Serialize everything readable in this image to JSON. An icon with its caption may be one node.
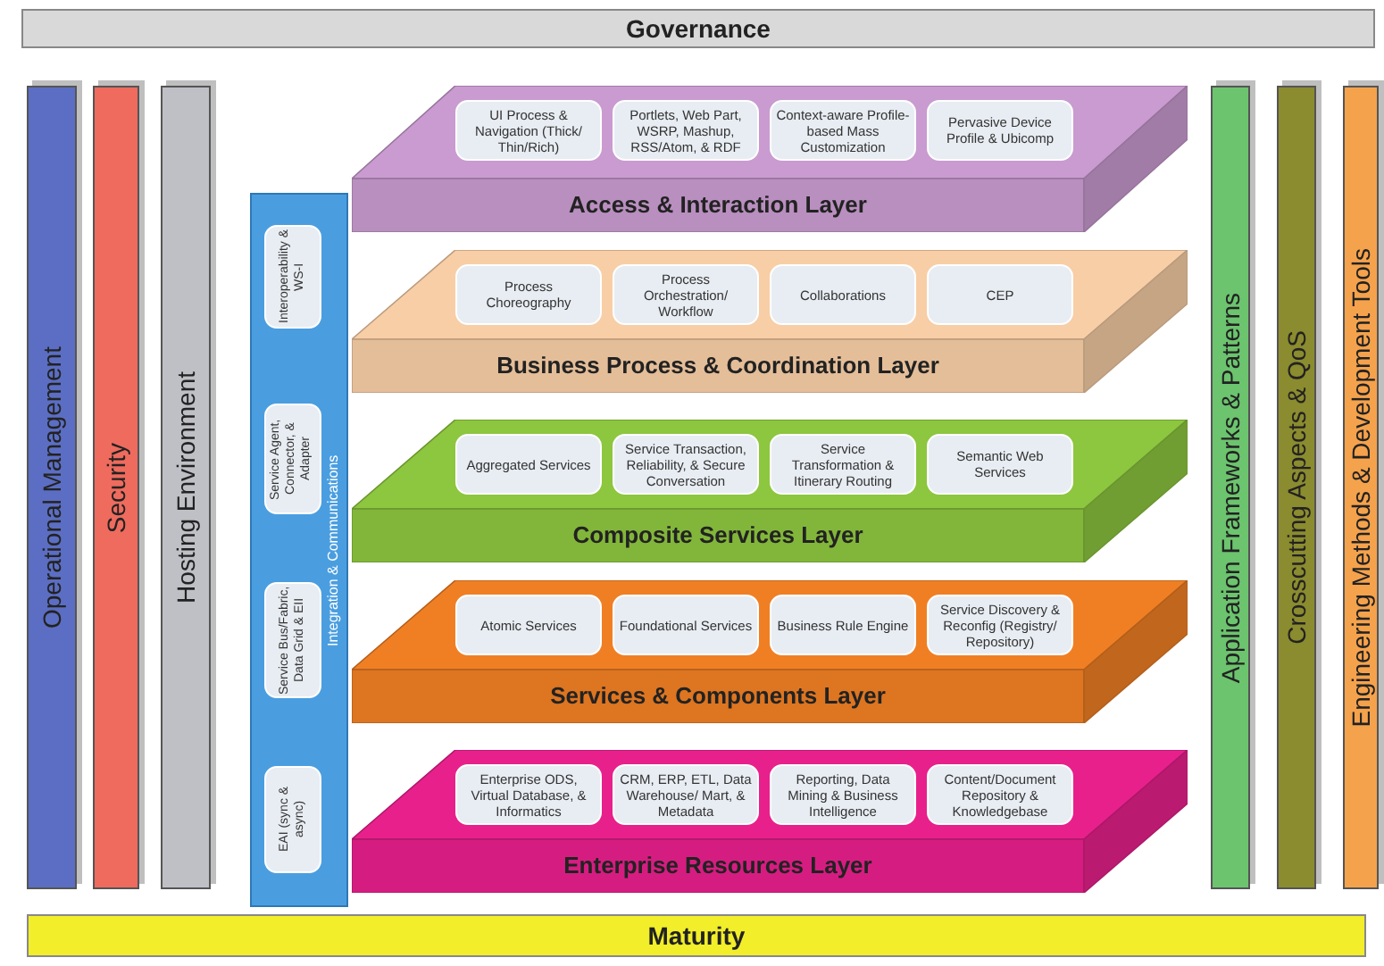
{
  "diagram": {
    "nodes": [
      {
        "text": [
          "Governance"
        ]
      },
      {
        "text": [
          "Operational Management"
        ]
      },
      {
        "text": [
          "Security"
        ]
      },
      {
        "text": [
          "Hosting Environment"
        ]
      },
      {
        "text": [
          "Integration & Communications"
        ]
      },
      {
        "text": [
          "Interoperability & WS-I"
        ],
        "in": 4
      },
      {
        "text": [
          "Service Agent, Connector, & Adapter"
        ],
        "in": 4
      },
      {
        "text": [
          "Service Bus/Fabric, Data Grid & EII"
        ],
        "in": 4
      },
      {
        "text": [
          "EAI (sync & async)"
        ],
        "in": 4
      },
      {
        "text": [
          "Access & Interaction Layer"
        ]
      },
      {
        "text": [
          "UI Process & Navigation (Thick/ Thin/Rich)"
        ],
        "in": 9
      },
      {
        "text": [
          "Portlets, Web Part, WSRP, Mashup, RSS/Atom, & RDF"
        ],
        "in": 9
      },
      {
        "text": [
          "Context-aware Profile-based Mass Customization"
        ],
        "in": 9
      },
      {
        "text": [
          "Pervasive Device Profile & Ubicomp"
        ],
        "in": 9
      },
      {
        "text": [
          "Business Process & Coordination Layer"
        ]
      },
      {
        "text": [
          "Process Choreography"
        ],
        "in": 14
      },
      {
        "text": [
          "Process Orchestration/ Workflow"
        ],
        "in": 14
      },
      {
        "text": [
          "Collaborations"
        ],
        "in": 14
      },
      {
        "text": [
          "CEP"
        ],
        "in": 14
      },
      {
        "text": [
          "Composite Services Layer"
        ]
      },
      {
        "text": [
          "Aggregated Services"
        ],
        "in": 19
      },
      {
        "text": [
          "Service Transaction, Reliability, & Secure Conversation"
        ],
        "in": 19
      },
      {
        "text": [
          "Service Transformation & Itinerary Routing"
        ],
        "in": 19
      },
      {
        "text": [
          "Semantic Web Services"
        ],
        "in": 19
      },
      {
        "text": [
          "Services & Components Layer"
        ]
      },
      {
        "text": [
          "Atomic Services"
        ],
        "in": 24
      },
      {
        "text": [
          "Foundational Services"
        ],
        "in": 24
      },
      {
        "text": [
          "Business Rule Engine"
        ],
        "in": 24
      },
      {
        "text": [
          "Service Discovery & Reconfig (Registry/ Repository)"
        ],
        "in": 24
      },
      {
        "text": [
          "Enterprise Resources Layer"
        ]
      },
      {
        "text": [
          "Enterprise ODS, Virtual Database, & Informatics"
        ],
        "in": 29
      },
      {
        "text": [
          "CRM, ERP, ETL, Data Warehouse/ Mart, & Metadata"
        ],
        "in": 29
      },
      {
        "text": [
          "Reporting, Data Mining & Business Intelligence"
        ],
        "in": 29
      },
      {
        "text": [
          "Content/Document Repository & Knowledgebase"
        ],
        "in": 29
      },
      {
        "text": [
          "Application Frameworks & Patterns"
        ]
      },
      {
        "text": [
          "Crosscutting Aspects & QoS"
        ]
      },
      {
        "text": [
          "Engineering Methods & Development Tools"
        ]
      },
      {
        "text": [
          "Maturity"
        ]
      }
    ]
  }
}
